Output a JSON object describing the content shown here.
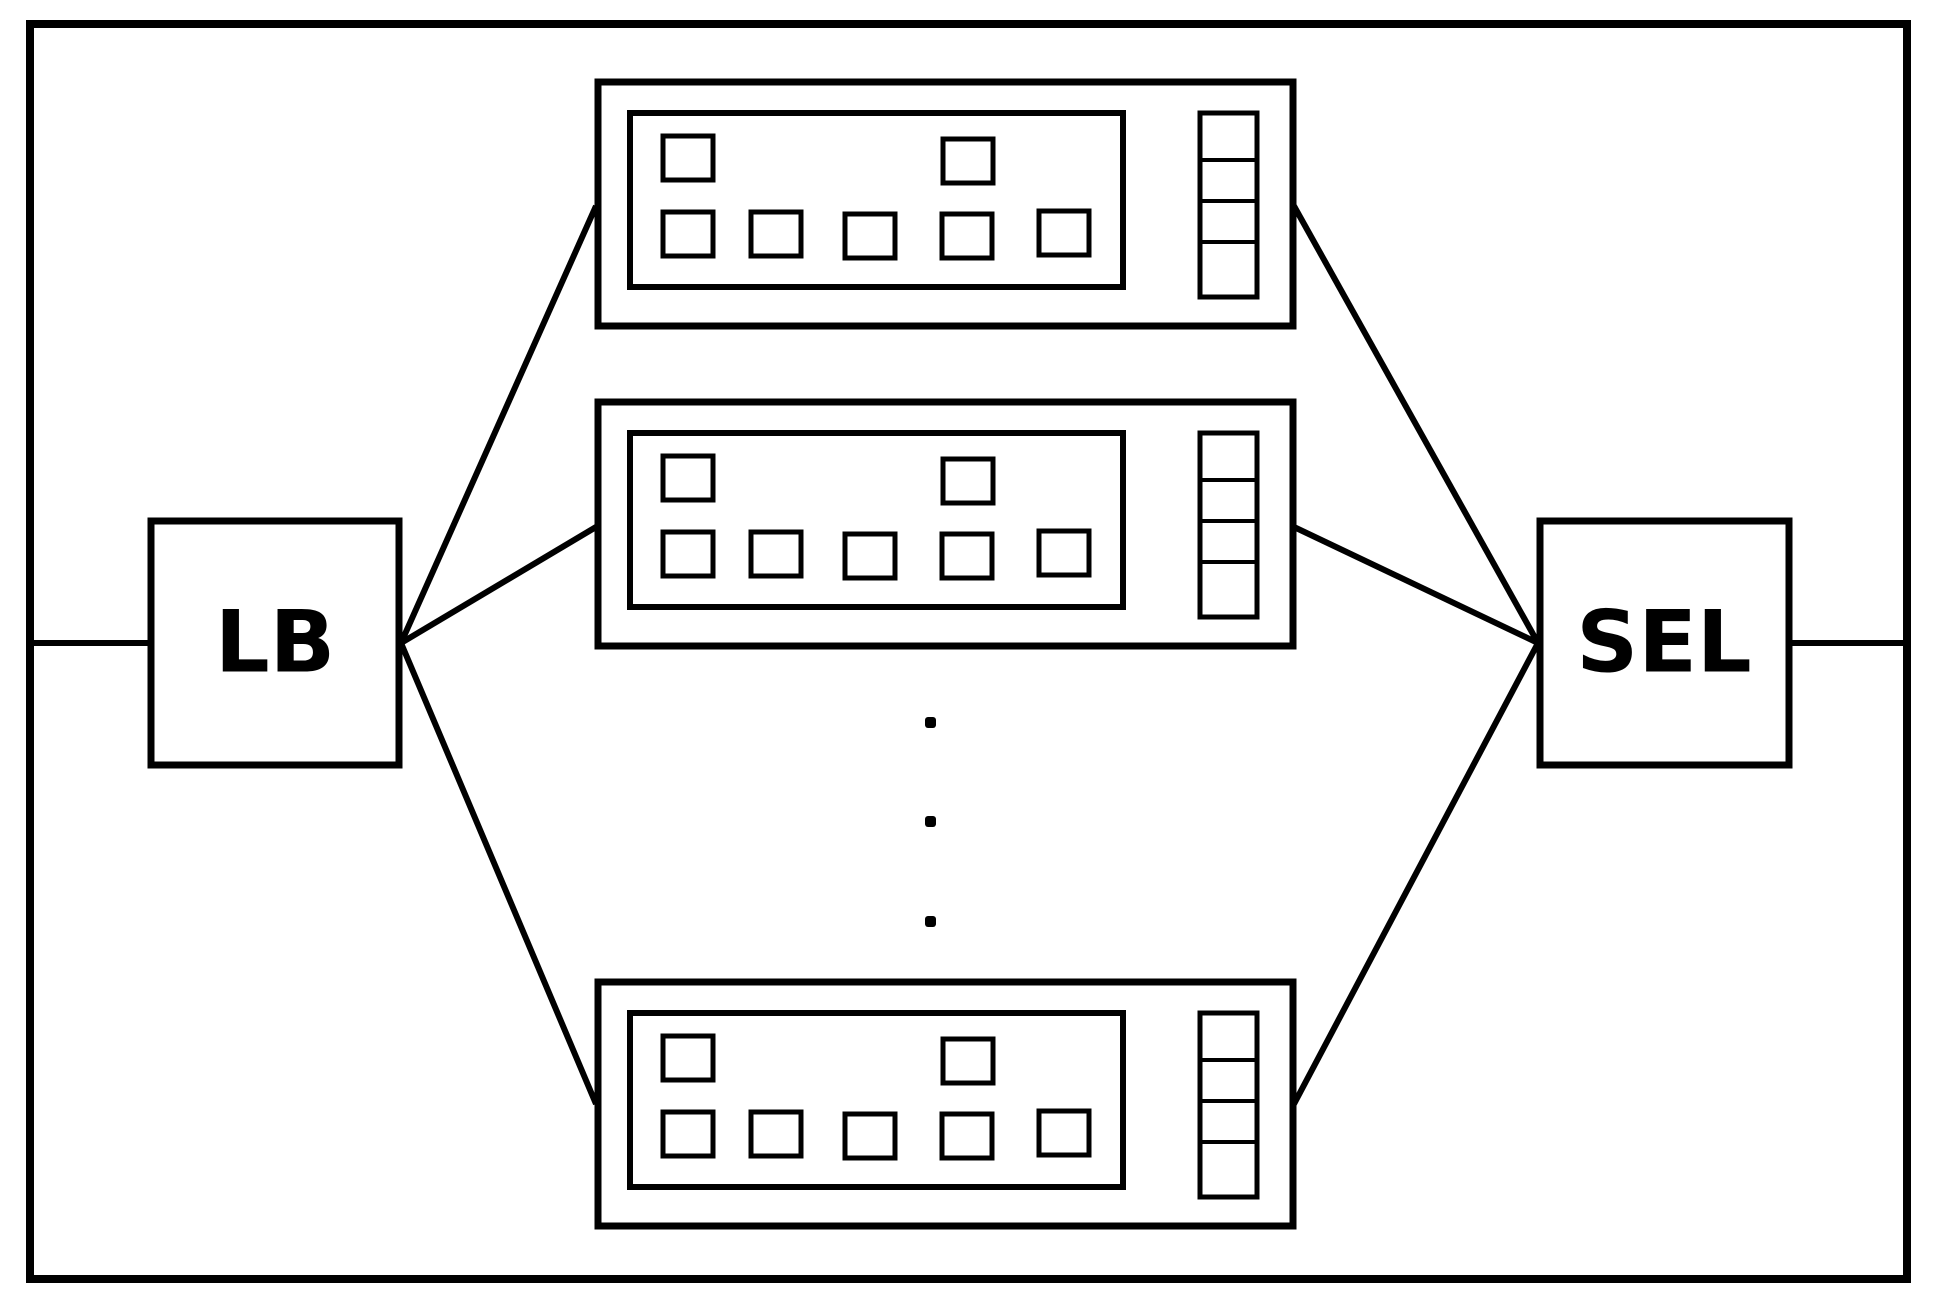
{
  "diagram": {
    "left_block": {
      "label": "LB"
    },
    "right_block": {
      "label": "SEL"
    },
    "pipelines_shown": 3,
    "ellipsis_dots": 3,
    "colors": {
      "stroke": "#000000",
      "background": "#ffffff"
    }
  }
}
